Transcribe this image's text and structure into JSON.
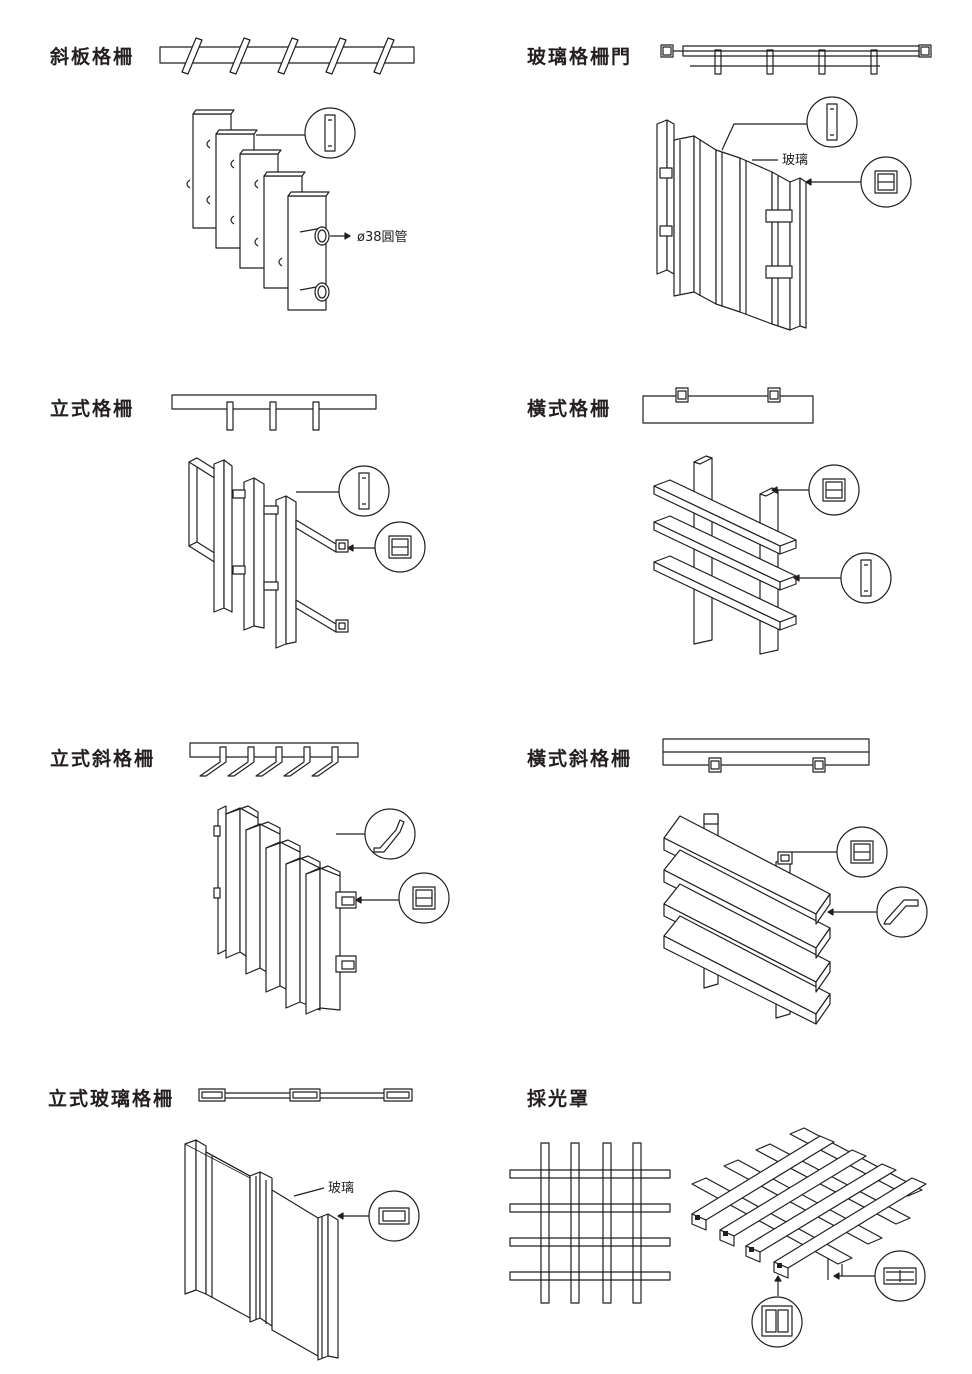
{
  "sections": [
    {
      "title": "斜板格柵",
      "callout_label": "ø38圓管"
    },
    {
      "title": "玻璃格柵門",
      "callout_label": "玻璃"
    },
    {
      "title": "立式格柵"
    },
    {
      "title": "橫式格柵"
    },
    {
      "title": "立式斜格柵"
    },
    {
      "title": "橫式斜格柵"
    },
    {
      "title": "立式玻璃格柵",
      "callout_label": "玻璃"
    },
    {
      "title": "採光罩"
    }
  ],
  "colors": {
    "line": "#231f20",
    "background": "#ffffff"
  }
}
